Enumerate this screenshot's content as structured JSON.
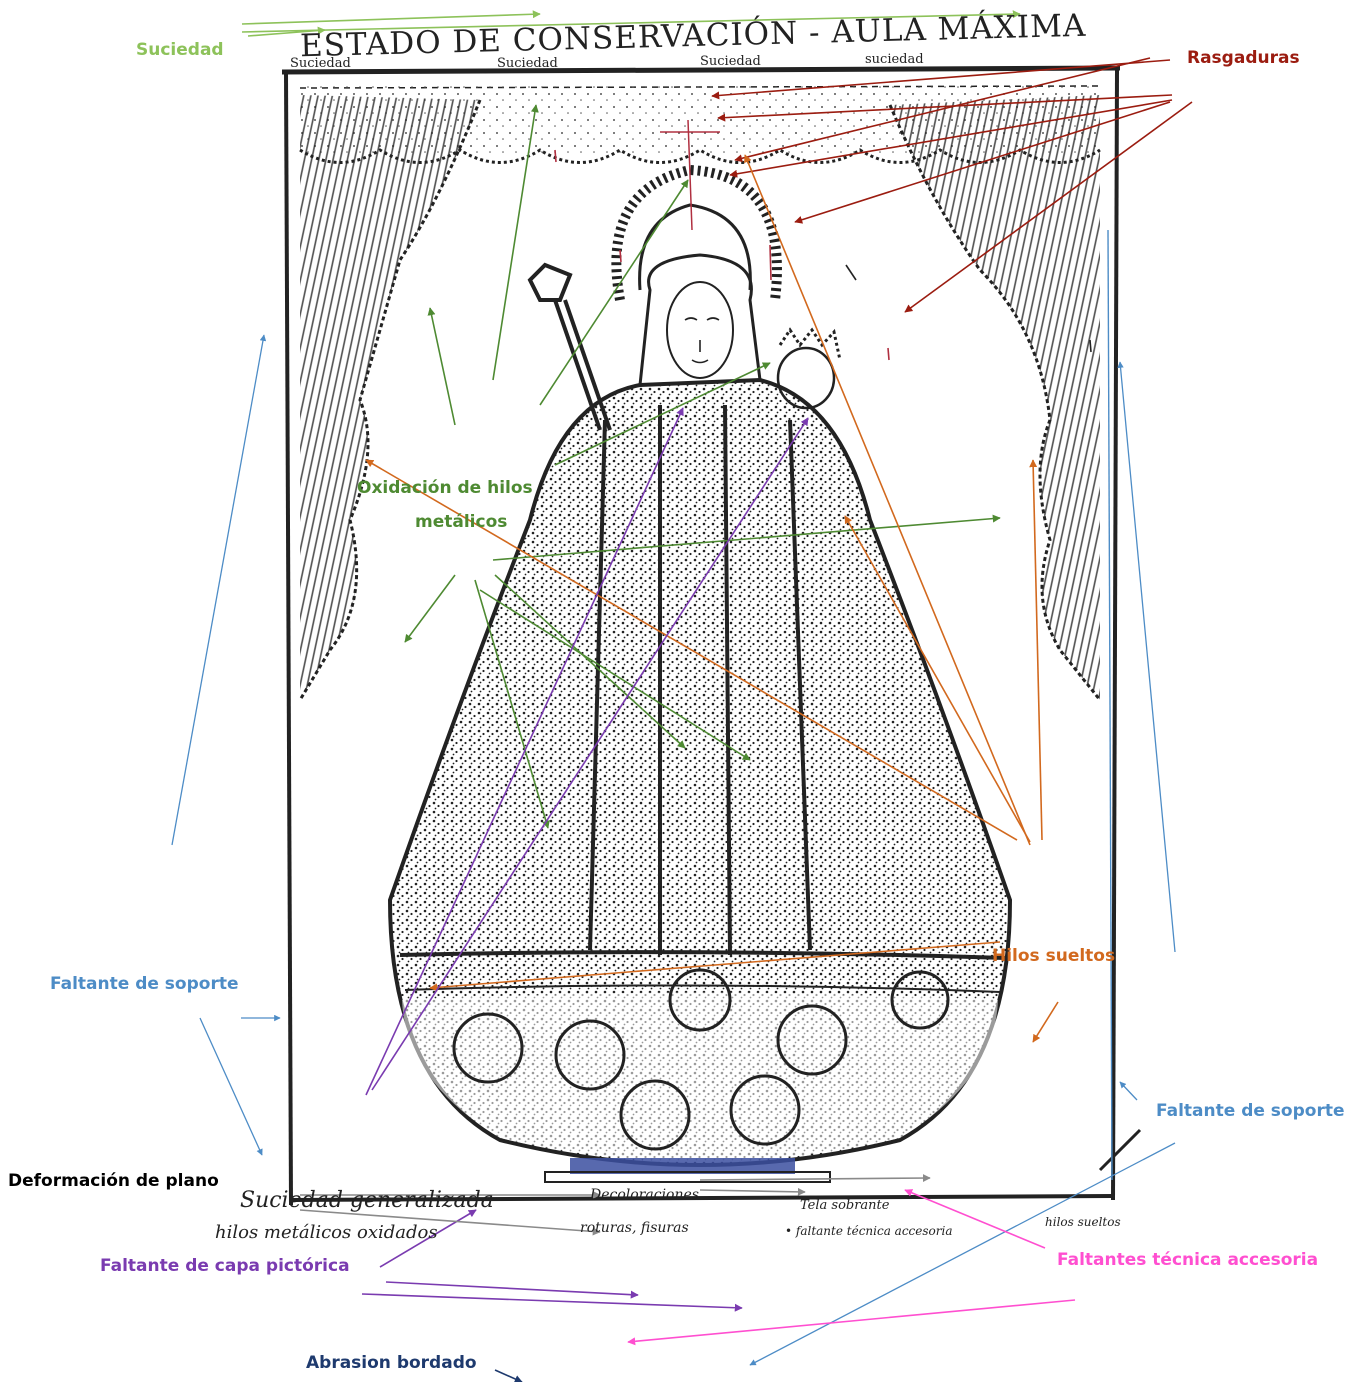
{
  "drawing": {
    "title": "ESTADO DE CONSERVACIÓN - AULA MÁXIMA",
    "top_notes": [
      "Suciedad",
      "Suciedad",
      "Suciedad",
      "suciedad"
    ],
    "bottom_notes": {
      "line1": "Suciedad generalizada",
      "line2": "hilos metálicos oxidados",
      "mid1": "Decoloraciones",
      "mid2": "roturas, fisuras",
      "right1": "Tela sobrante",
      "right2": "• faltante técnica accesoria",
      "right3": "hilos sueltos"
    }
  },
  "labels": {
    "suciedad": "Suciedad",
    "rasgaduras": "Rasgaduras",
    "oxidacion_1": "Oxidación de hilos",
    "oxidacion_2": "metálicos",
    "hilos_sueltos": "Hilos sueltos",
    "faltante_soporte_left": "Faltante de soporte",
    "faltante_soporte_right": "Faltante de soporte",
    "deformacion_plano": "Deformación de plano",
    "faltante_capa_pictorica": "Faltante de capa pictórica",
    "faltantes_tecnica_accesoria": "Faltantes técnica accesoria",
    "abrasion_bordado": "Abrasion bordado"
  },
  "colors": {
    "suciedad": "#8dc25a",
    "rasgaduras": "#9b1c10",
    "oxidacion": "#4e8a32",
    "hilos_sueltos": "#d2691e",
    "faltante_soporte": "#4d8cc6",
    "faltante_capa_pictorica": "#7a3bb0",
    "faltantes_tecnica_accesoria": "#ff4fd0",
    "abrasion_bordado": "#1e3a6e",
    "deformacion_plano": "#000000",
    "grey_arrows": "#8a8a8a",
    "ink": "#222222"
  }
}
